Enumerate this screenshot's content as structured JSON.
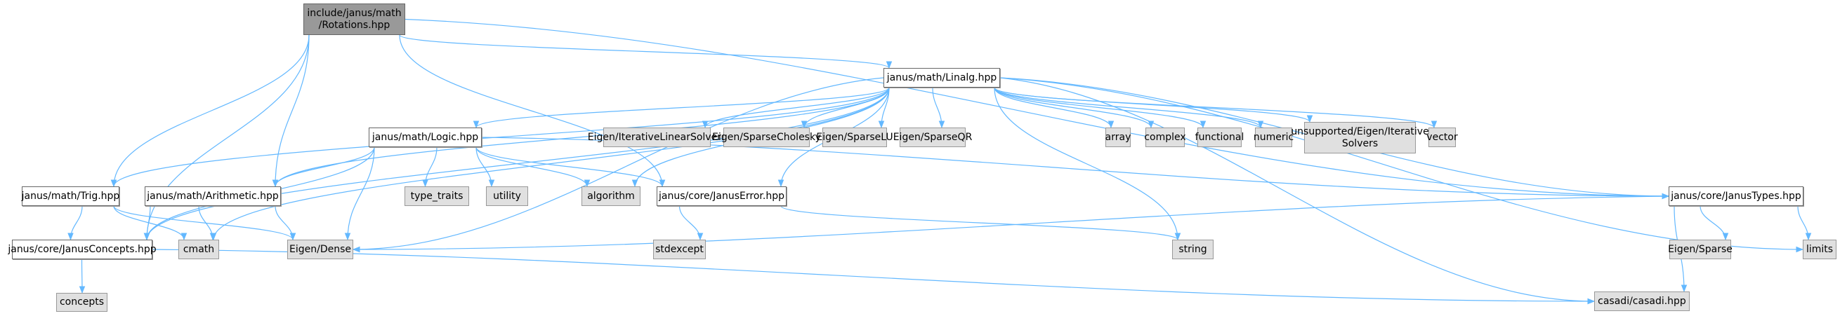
{
  "title": "include/janus/math/Rotations.hpp include dependency graph",
  "edge_color": "#63b8ff",
  "nodes": [
    {
      "id": "rotations",
      "label": "include/janus/math\n/Rotations.hpp",
      "kind": "root"
    },
    {
      "id": "linalg",
      "label": "janus/math/Linalg.hpp",
      "kind": "internal"
    },
    {
      "id": "logic",
      "label": "janus/math/Logic.hpp",
      "kind": "internal"
    },
    {
      "id": "iterative",
      "label": "Eigen/IterativeLinearSolvers",
      "kind": "external"
    },
    {
      "id": "cholesky",
      "label": "Eigen/SparseCholesky",
      "kind": "external"
    },
    {
      "id": "sparselu",
      "label": "Eigen/SparseLU",
      "kind": "external"
    },
    {
      "id": "sparseqr",
      "label": "Eigen/SparseQR",
      "kind": "external"
    },
    {
      "id": "array",
      "label": "array",
      "kind": "external"
    },
    {
      "id": "complex",
      "label": "complex",
      "kind": "external"
    },
    {
      "id": "functional",
      "label": "functional",
      "kind": "external"
    },
    {
      "id": "numeric",
      "label": "numeric",
      "kind": "external"
    },
    {
      "id": "unsupported",
      "label": "unsupported/Eigen/Iterative\nSolvers",
      "kind": "external"
    },
    {
      "id": "vector",
      "label": "vector",
      "kind": "external"
    },
    {
      "id": "trig",
      "label": "janus/math/Trig.hpp",
      "kind": "internal"
    },
    {
      "id": "arithmetic",
      "label": "janus/math/Arithmetic.hpp",
      "kind": "internal"
    },
    {
      "id": "type_traits",
      "label": "type_traits",
      "kind": "external"
    },
    {
      "id": "utility",
      "label": "utility",
      "kind": "external"
    },
    {
      "id": "algorithm",
      "label": "algorithm",
      "kind": "external"
    },
    {
      "id": "januserror",
      "label": "janus/core/JanusError.hpp",
      "kind": "internal"
    },
    {
      "id": "janustypes",
      "label": "janus/core/JanusTypes.hpp",
      "kind": "internal"
    },
    {
      "id": "concepts_hpp",
      "label": "janus/core/JanusConcepts.hpp",
      "kind": "internal"
    },
    {
      "id": "cmath",
      "label": "cmath",
      "kind": "external"
    },
    {
      "id": "dense",
      "label": "Eigen/Dense",
      "kind": "external"
    },
    {
      "id": "stdexcept",
      "label": "stdexcept",
      "kind": "external"
    },
    {
      "id": "string",
      "label": "string",
      "kind": "external"
    },
    {
      "id": "sparse",
      "label": "Eigen/Sparse",
      "kind": "external"
    },
    {
      "id": "limits",
      "label": "limits",
      "kind": "external"
    },
    {
      "id": "concepts",
      "label": "concepts",
      "kind": "external"
    },
    {
      "id": "casadi",
      "label": "casadi/casadi.hpp",
      "kind": "external"
    }
  ],
  "edges": [
    [
      "rotations",
      "linalg"
    ],
    [
      "rotations",
      "trig"
    ],
    [
      "rotations",
      "arithmetic"
    ],
    [
      "rotations",
      "concepts_hpp"
    ],
    [
      "rotations",
      "januserror"
    ],
    [
      "rotations",
      "janustypes"
    ],
    [
      "linalg",
      "logic"
    ],
    [
      "linalg",
      "iterative"
    ],
    [
      "linalg",
      "cholesky"
    ],
    [
      "linalg",
      "sparselu"
    ],
    [
      "linalg",
      "sparseqr"
    ],
    [
      "linalg",
      "array"
    ],
    [
      "linalg",
      "complex"
    ],
    [
      "linalg",
      "functional"
    ],
    [
      "linalg",
      "numeric"
    ],
    [
      "linalg",
      "unsupported"
    ],
    [
      "linalg",
      "vector"
    ],
    [
      "linalg",
      "trig"
    ],
    [
      "linalg",
      "arithmetic"
    ],
    [
      "linalg",
      "concepts_hpp"
    ],
    [
      "linalg",
      "cmath"
    ],
    [
      "linalg",
      "dense"
    ],
    [
      "linalg",
      "algorithm"
    ],
    [
      "linalg",
      "januserror"
    ],
    [
      "linalg",
      "janustypes"
    ],
    [
      "linalg",
      "string"
    ],
    [
      "linalg",
      "casadi"
    ],
    [
      "linalg",
      "limits"
    ],
    [
      "logic",
      "arithmetic"
    ],
    [
      "logic",
      "concepts_hpp"
    ],
    [
      "logic",
      "type_traits"
    ],
    [
      "logic",
      "utility"
    ],
    [
      "logic",
      "algorithm"
    ],
    [
      "logic",
      "januserror"
    ],
    [
      "logic",
      "dense"
    ],
    [
      "logic",
      "janustypes"
    ],
    [
      "trig",
      "concepts_hpp"
    ],
    [
      "trig",
      "cmath"
    ],
    [
      "trig",
      "dense"
    ],
    [
      "arithmetic",
      "concepts_hpp"
    ],
    [
      "arithmetic",
      "cmath"
    ],
    [
      "arithmetic",
      "dense"
    ],
    [
      "januserror",
      "stdexcept"
    ],
    [
      "januserror",
      "string"
    ],
    [
      "janustypes",
      "dense"
    ],
    [
      "janustypes",
      "sparse"
    ],
    [
      "janustypes",
      "limits"
    ],
    [
      "janustypes",
      "casadi"
    ],
    [
      "concepts_hpp",
      "concepts"
    ],
    [
      "concepts_hpp",
      "casadi"
    ]
  ]
}
